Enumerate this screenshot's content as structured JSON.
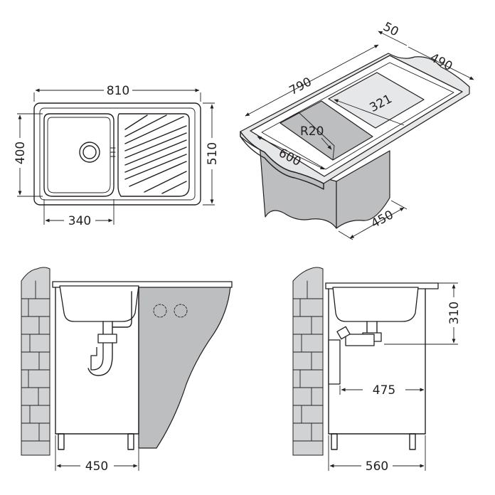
{
  "top_view": {
    "width_label": "810",
    "depth_label": "510",
    "bowl_depth_label": "400",
    "bowl_width_label": "340"
  },
  "iso_view": {
    "edge_label": "50",
    "depth_label": "490",
    "length_label": "790",
    "bowl_inner_label": "321",
    "radius_label": "R20",
    "front_label": "600",
    "cabinet_label": "450"
  },
  "front_view": {
    "cabinet_width_label": "450"
  },
  "side_view": {
    "height_label": "310",
    "drain_label": "475",
    "cabinet_depth_label": "560"
  },
  "colors": {
    "line": "#231f20",
    "fill_dark": "#bdbec0",
    "fill_light": "#e6e7e8"
  }
}
